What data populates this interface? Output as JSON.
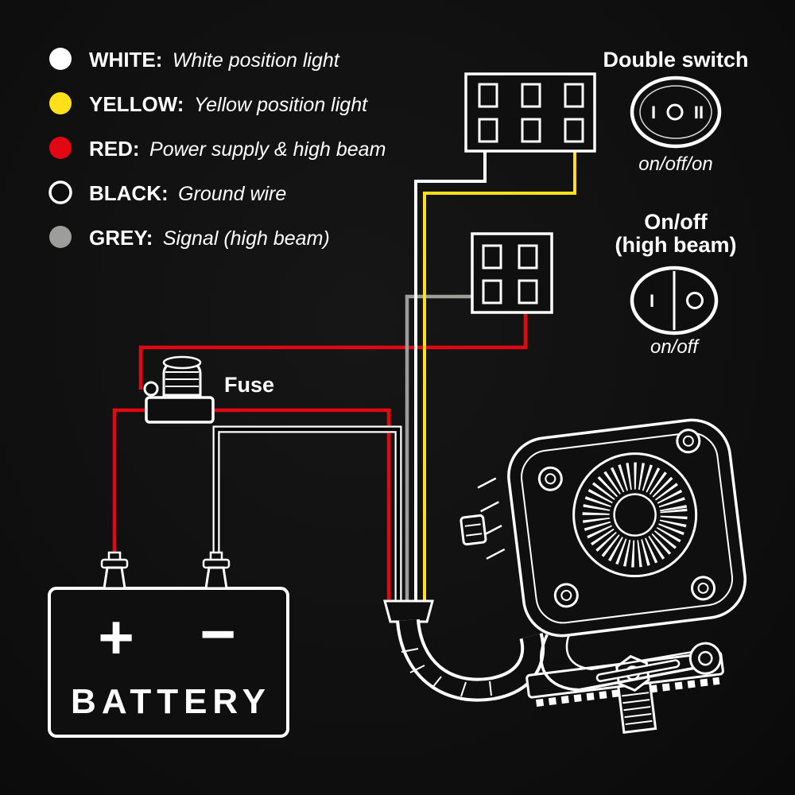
{
  "legend": {
    "items": [
      {
        "label": "WHITE:",
        "desc": "White position light",
        "color": "#ffffff",
        "text_color": "#ffffff"
      },
      {
        "label": "YELLOW:",
        "desc": "Yellow position light",
        "color": "#ffe01a",
        "text_color": "#ffe01a"
      },
      {
        "label": "RED:",
        "desc": "Power supply & high beam",
        "color": "#e30613",
        "text_color": "#e30613"
      },
      {
        "label": "BLACK:",
        "desc": "Ground wire",
        "color": "#0d0d0d",
        "text_color": "#ffffff"
      },
      {
        "label": "GREY:",
        "desc": "Signal (high beam)",
        "color": "#9d9d9c",
        "text_color": "#9d9d9c"
      }
    ]
  },
  "switches": {
    "double": {
      "title": "Double switch",
      "mark_left": "I",
      "mark_right": "II",
      "caption": "on/off/on"
    },
    "high_beam": {
      "title_line1": "On/off",
      "title_line2": "(high beam)",
      "mark_left": "I",
      "caption": "on/off"
    }
  },
  "fuse": {
    "label": "Fuse"
  },
  "battery": {
    "label": "BATTERY",
    "plus": "+",
    "minus": "−"
  },
  "wire_colors": {
    "white": "#ffffff",
    "yellow": "#ffe01a",
    "red": "#e30613",
    "black": "#000000",
    "grey": "#9d9d9c"
  }
}
